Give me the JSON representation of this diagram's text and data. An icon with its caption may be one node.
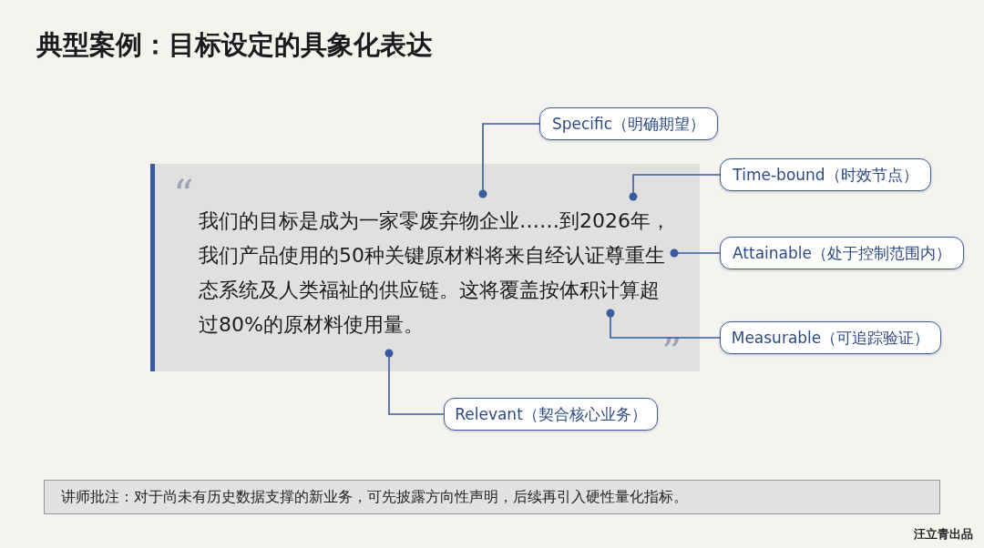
{
  "diagram": {
    "title": "典型案例：目标设定的具象化表达",
    "nodes": [
      {
        "text": [
          "“",
          "我们的目标是成为一家零废弃物企业……到2026年，我们产品使用的50种关键原材料将来自经认证尊重生态系统及人类福祉的供应链。这将覆盖按体积计算超过80%的原材料使用量。",
          "”"
        ]
      },
      {
        "text": [
          "Specific（明确期望）"
        ]
      },
      {
        "text": [
          "Time-bound（时效节点）"
        ]
      },
      {
        "text": [
          "Attainable（处于控制范围内）"
        ]
      },
      {
        "text": [
          "Measurable（可追踪验证）"
        ]
      },
      {
        "text": [
          "Relevant（契合核心业务）"
        ]
      },
      {
        "text": [
          "讲师批注：对于尚未有历史数据支撑的新业务，可先披露方向性声明，后续再引入硬性量化指标。"
        ]
      }
    ],
    "edges": [
      {
        "from": 1,
        "to": 0,
        "arrow": "other"
      },
      {
        "from": 2,
        "to": 0,
        "arrow": "other"
      },
      {
        "from": 3,
        "to": 0,
        "arrow": "other"
      },
      {
        "from": 4,
        "to": 0,
        "arrow": "other"
      },
      {
        "from": 5,
        "to": 0,
        "arrow": "other"
      }
    ],
    "labels": [
      "汪立青出品"
    ]
  }
}
